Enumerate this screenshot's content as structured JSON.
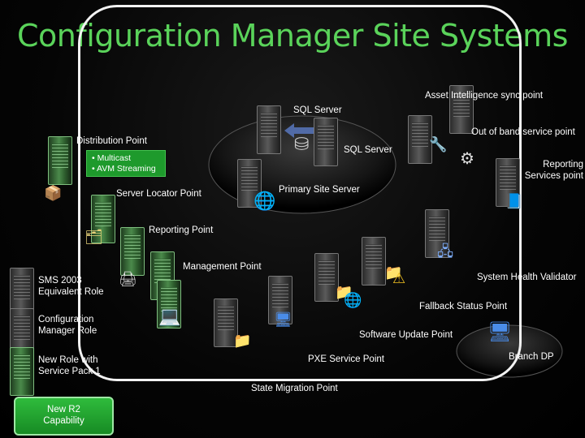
{
  "title": "Configuration Manager Site Systems",
  "labels": {
    "asset_intelligence": "Asset Intelligence sync point",
    "sql_server_top": "SQL Server",
    "out_of_band": "Out of band service point",
    "distribution_point": "Distribution Point",
    "sql_server": "SQL Server",
    "reporting_services": "Reporting Services point",
    "server_locator": "Server Locator Point",
    "primary_site": "Primary Site Server",
    "reporting_point": "Reporting Point",
    "management_point": "Management Point",
    "system_health": "System Health Validator",
    "fallback_status": "Fallback Status Point",
    "software_update": "Software Update Point",
    "branch_dp": "Branch DP",
    "pxe_service": "PXE Service Point",
    "state_migration": "State Migration Point"
  },
  "distribution_features": [
    "• Multicast",
    "• AVM Streaming"
  ],
  "legend": {
    "sms2003": "SMS 2003 Equivalent Role",
    "configmgr": "Configuration Manager Role",
    "newrole": "New Role with Service Pack 1",
    "r2": "New R2 Capability"
  },
  "colors": {
    "title": "#5ad35a",
    "r2_box": "#1e9a2c",
    "frame": "#f2f2f2"
  }
}
